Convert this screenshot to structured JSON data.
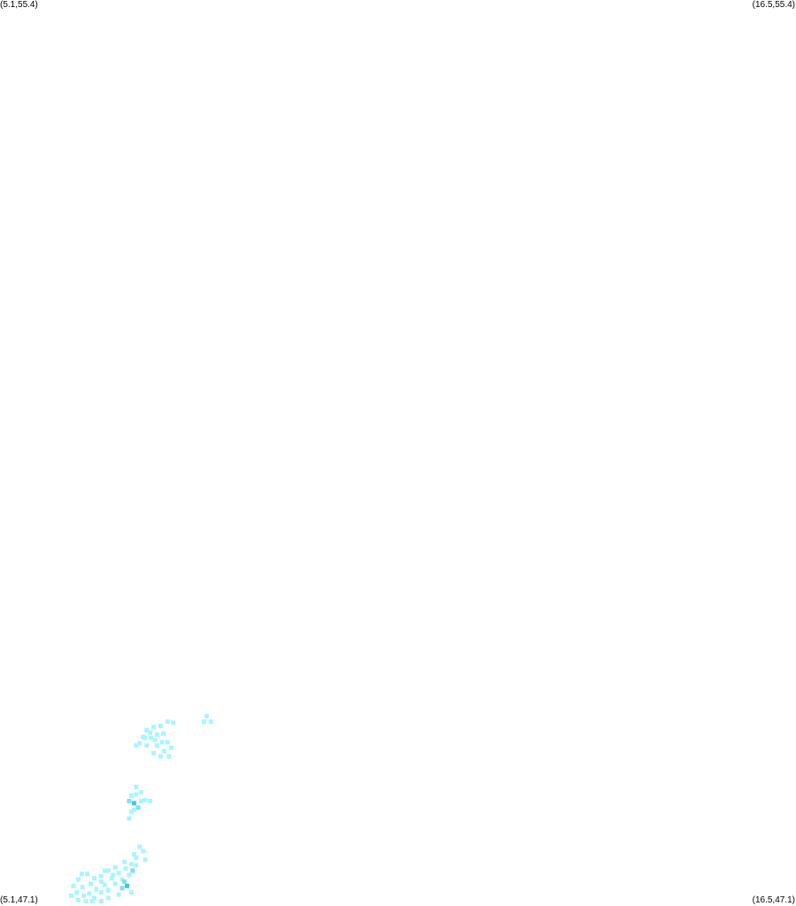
{
  "corners": {
    "top_left": "(5.1,55.4)",
    "top_right": "(16.5,55.4)",
    "bottom_left": "(5.1,47.1)",
    "bottom_right": "(16.5,47.1)"
  },
  "extent": {
    "lon_min": 5.1,
    "lon_max": 16.5,
    "lat_min": 47.1,
    "lat_max": 55.4
  },
  "colors": {
    "background": "#ffffff",
    "low": "#aaf4ff",
    "mid": "#7fe0f5",
    "high": "#45c3e8"
  },
  "clusters": [
    {
      "id": "north",
      "cells": [
        [
          7.5,
          48.77,
          1
        ],
        [
          7.58,
          48.76,
          1
        ],
        [
          7.25,
          48.67,
          1
        ],
        [
          7.3,
          48.72,
          1
        ],
        [
          7.4,
          48.73,
          1
        ],
        [
          7.2,
          48.69,
          1
        ],
        [
          7.18,
          48.62,
          1
        ],
        [
          7.26,
          48.62,
          1
        ],
        [
          7.35,
          48.65,
          1
        ],
        [
          7.44,
          48.66,
          1
        ],
        [
          7.35,
          48.55,
          1
        ],
        [
          7.42,
          48.58,
          1
        ],
        [
          7.5,
          48.58,
          1
        ],
        [
          7.45,
          48.5,
          1
        ],
        [
          7.55,
          48.53,
          1
        ],
        [
          7.52,
          48.45,
          1
        ],
        [
          7.4,
          48.45,
          1
        ],
        [
          7.3,
          48.48,
          1
        ],
        [
          7.2,
          48.55,
          1
        ],
        [
          7.05,
          48.55,
          1
        ],
        [
          7.32,
          48.6,
          1
        ],
        [
          8.02,
          48.77,
          1
        ],
        [
          8.12,
          48.77,
          1
        ],
        [
          8.06,
          48.82,
          1
        ],
        [
          7.15,
          48.63,
          1
        ],
        [
          7.1,
          48.57,
          1
        ]
      ]
    },
    {
      "id": "middle",
      "cells": [
        [
          7.05,
          48.17,
          1
        ],
        [
          7.12,
          48.12,
          1
        ],
        [
          7.18,
          48.05,
          1
        ],
        [
          7.25,
          48.04,
          1
        ],
        [
          6.95,
          48.04,
          2
        ],
        [
          7.02,
          48.02,
          3
        ],
        [
          7.02,
          47.96,
          1
        ],
        [
          6.98,
          47.94,
          1
        ],
        [
          6.95,
          47.88,
          1
        ],
        [
          7.08,
          47.98,
          2
        ],
        [
          7.12,
          48.04,
          1
        ],
        [
          6.98,
          48.09,
          1
        ],
        [
          7.05,
          48.1,
          1
        ]
      ]
    },
    {
      "id": "south",
      "cells": [
        [
          6.27,
          47.37,
          1
        ],
        [
          6.35,
          47.37,
          1
        ],
        [
          6.45,
          47.33,
          1
        ],
        [
          6.55,
          47.35,
          1
        ],
        [
          6.65,
          47.4,
          1
        ],
        [
          6.75,
          47.43,
          1
        ],
        [
          6.88,
          47.48,
          1
        ],
        [
          7.02,
          47.55,
          1
        ],
        [
          7.1,
          47.62,
          1
        ],
        [
          7.05,
          47.52,
          1
        ],
        [
          6.98,
          47.46,
          1
        ],
        [
          6.9,
          47.42,
          1
        ],
        [
          6.8,
          47.38,
          1
        ],
        [
          6.7,
          47.33,
          1
        ],
        [
          6.6,
          47.27,
          1
        ],
        [
          6.48,
          47.23,
          1
        ],
        [
          6.38,
          47.19,
          1
        ],
        [
          6.3,
          47.17,
          1
        ],
        [
          6.2,
          47.2,
          1
        ],
        [
          6.15,
          47.26,
          1
        ],
        [
          6.12,
          47.17,
          1
        ],
        [
          6.22,
          47.13,
          1
        ],
        [
          6.33,
          47.12,
          1
        ],
        [
          6.45,
          47.15,
          1
        ],
        [
          6.55,
          47.2,
          1
        ],
        [
          6.65,
          47.22,
          1
        ],
        [
          6.75,
          47.28,
          1
        ],
        [
          6.85,
          47.32,
          1
        ],
        [
          6.95,
          47.36,
          1
        ],
        [
          6.88,
          47.3,
          2
        ],
        [
          6.92,
          47.26,
          3
        ],
        [
          6.85,
          47.24,
          2
        ],
        [
          7.0,
          47.4,
          2
        ],
        [
          7.05,
          47.45,
          1
        ],
        [
          7.15,
          47.58,
          1
        ],
        [
          7.18,
          47.5,
          1
        ],
        [
          6.98,
          47.2,
          1
        ],
        [
          6.8,
          47.18,
          1
        ],
        [
          6.65,
          47.15,
          1
        ],
        [
          6.55,
          47.11,
          1
        ],
        [
          6.42,
          47.12,
          1
        ],
        [
          6.28,
          47.25,
          1
        ],
        [
          6.22,
          47.32,
          1
        ],
        [
          6.4,
          47.28,
          1
        ],
        [
          6.55,
          47.3,
          1
        ],
        [
          6.72,
          47.36,
          1
        ],
        [
          6.6,
          47.4,
          1
        ]
      ]
    }
  ]
}
